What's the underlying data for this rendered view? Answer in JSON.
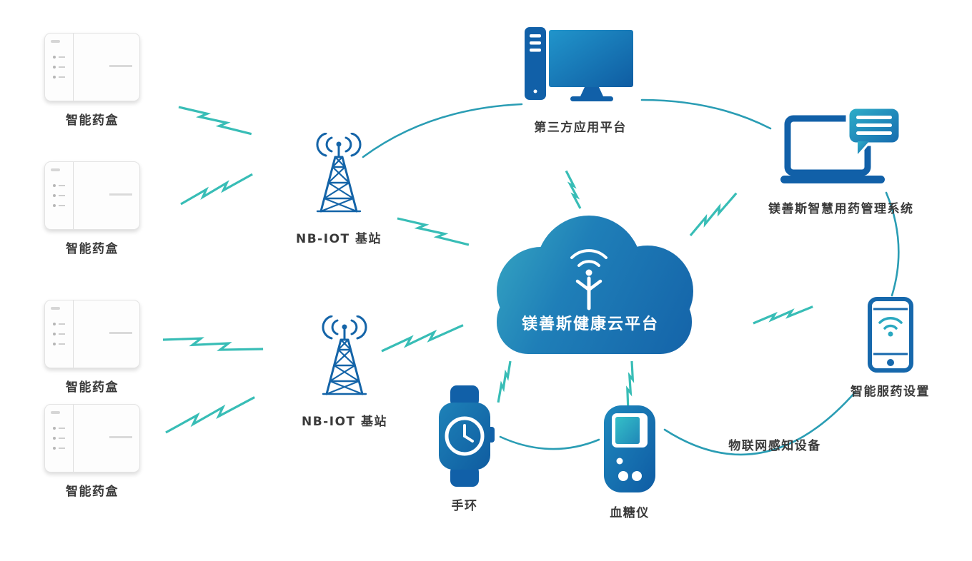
{
  "app": {
    "type": "architecture-diagram",
    "background": "#ffffff"
  },
  "nodes": {
    "pillbox": {
      "label": "智能药盒"
    },
    "base_station": {
      "label": "NB-IOT 基站"
    },
    "third_party_platform": {
      "label": "第三方应用平台"
    },
    "cloud_platform": {
      "label": "镁善斯健康云平台"
    },
    "medication_management_system": {
      "label": "镁善斯智慧用药管理系统"
    },
    "smart_medication_settings": {
      "label": "智能服药设置"
    },
    "wristband": {
      "label": "手环"
    },
    "glucose_meter": {
      "label": "血糖仪"
    },
    "iot_sensing_devices": {
      "label": "物联网感知设备"
    }
  },
  "colors": {
    "deep_blue": "#1464a8",
    "teal_bolt": "#38bdb6",
    "curve_line": "#2a9db4",
    "label_text": "#3a3a3a",
    "cloud_text": "#ffffff"
  },
  "icons": {
    "pillbox-icon": "white smart pillbox device",
    "base-station-icon": "radio tower with waves",
    "server-monitor-icon": "server tower with monitor",
    "cloud-icon": "cloud with wifi person figure",
    "laptop-chat-icon": "laptop with chat bubble",
    "phone-icon": "smartphone with wifi",
    "watch-icon": "smartwatch with clock face",
    "glucose-meter-icon": "handheld glucose meter",
    "lightning-connector": "teal zigzag bolt",
    "curve-connector": "thin arc line"
  }
}
